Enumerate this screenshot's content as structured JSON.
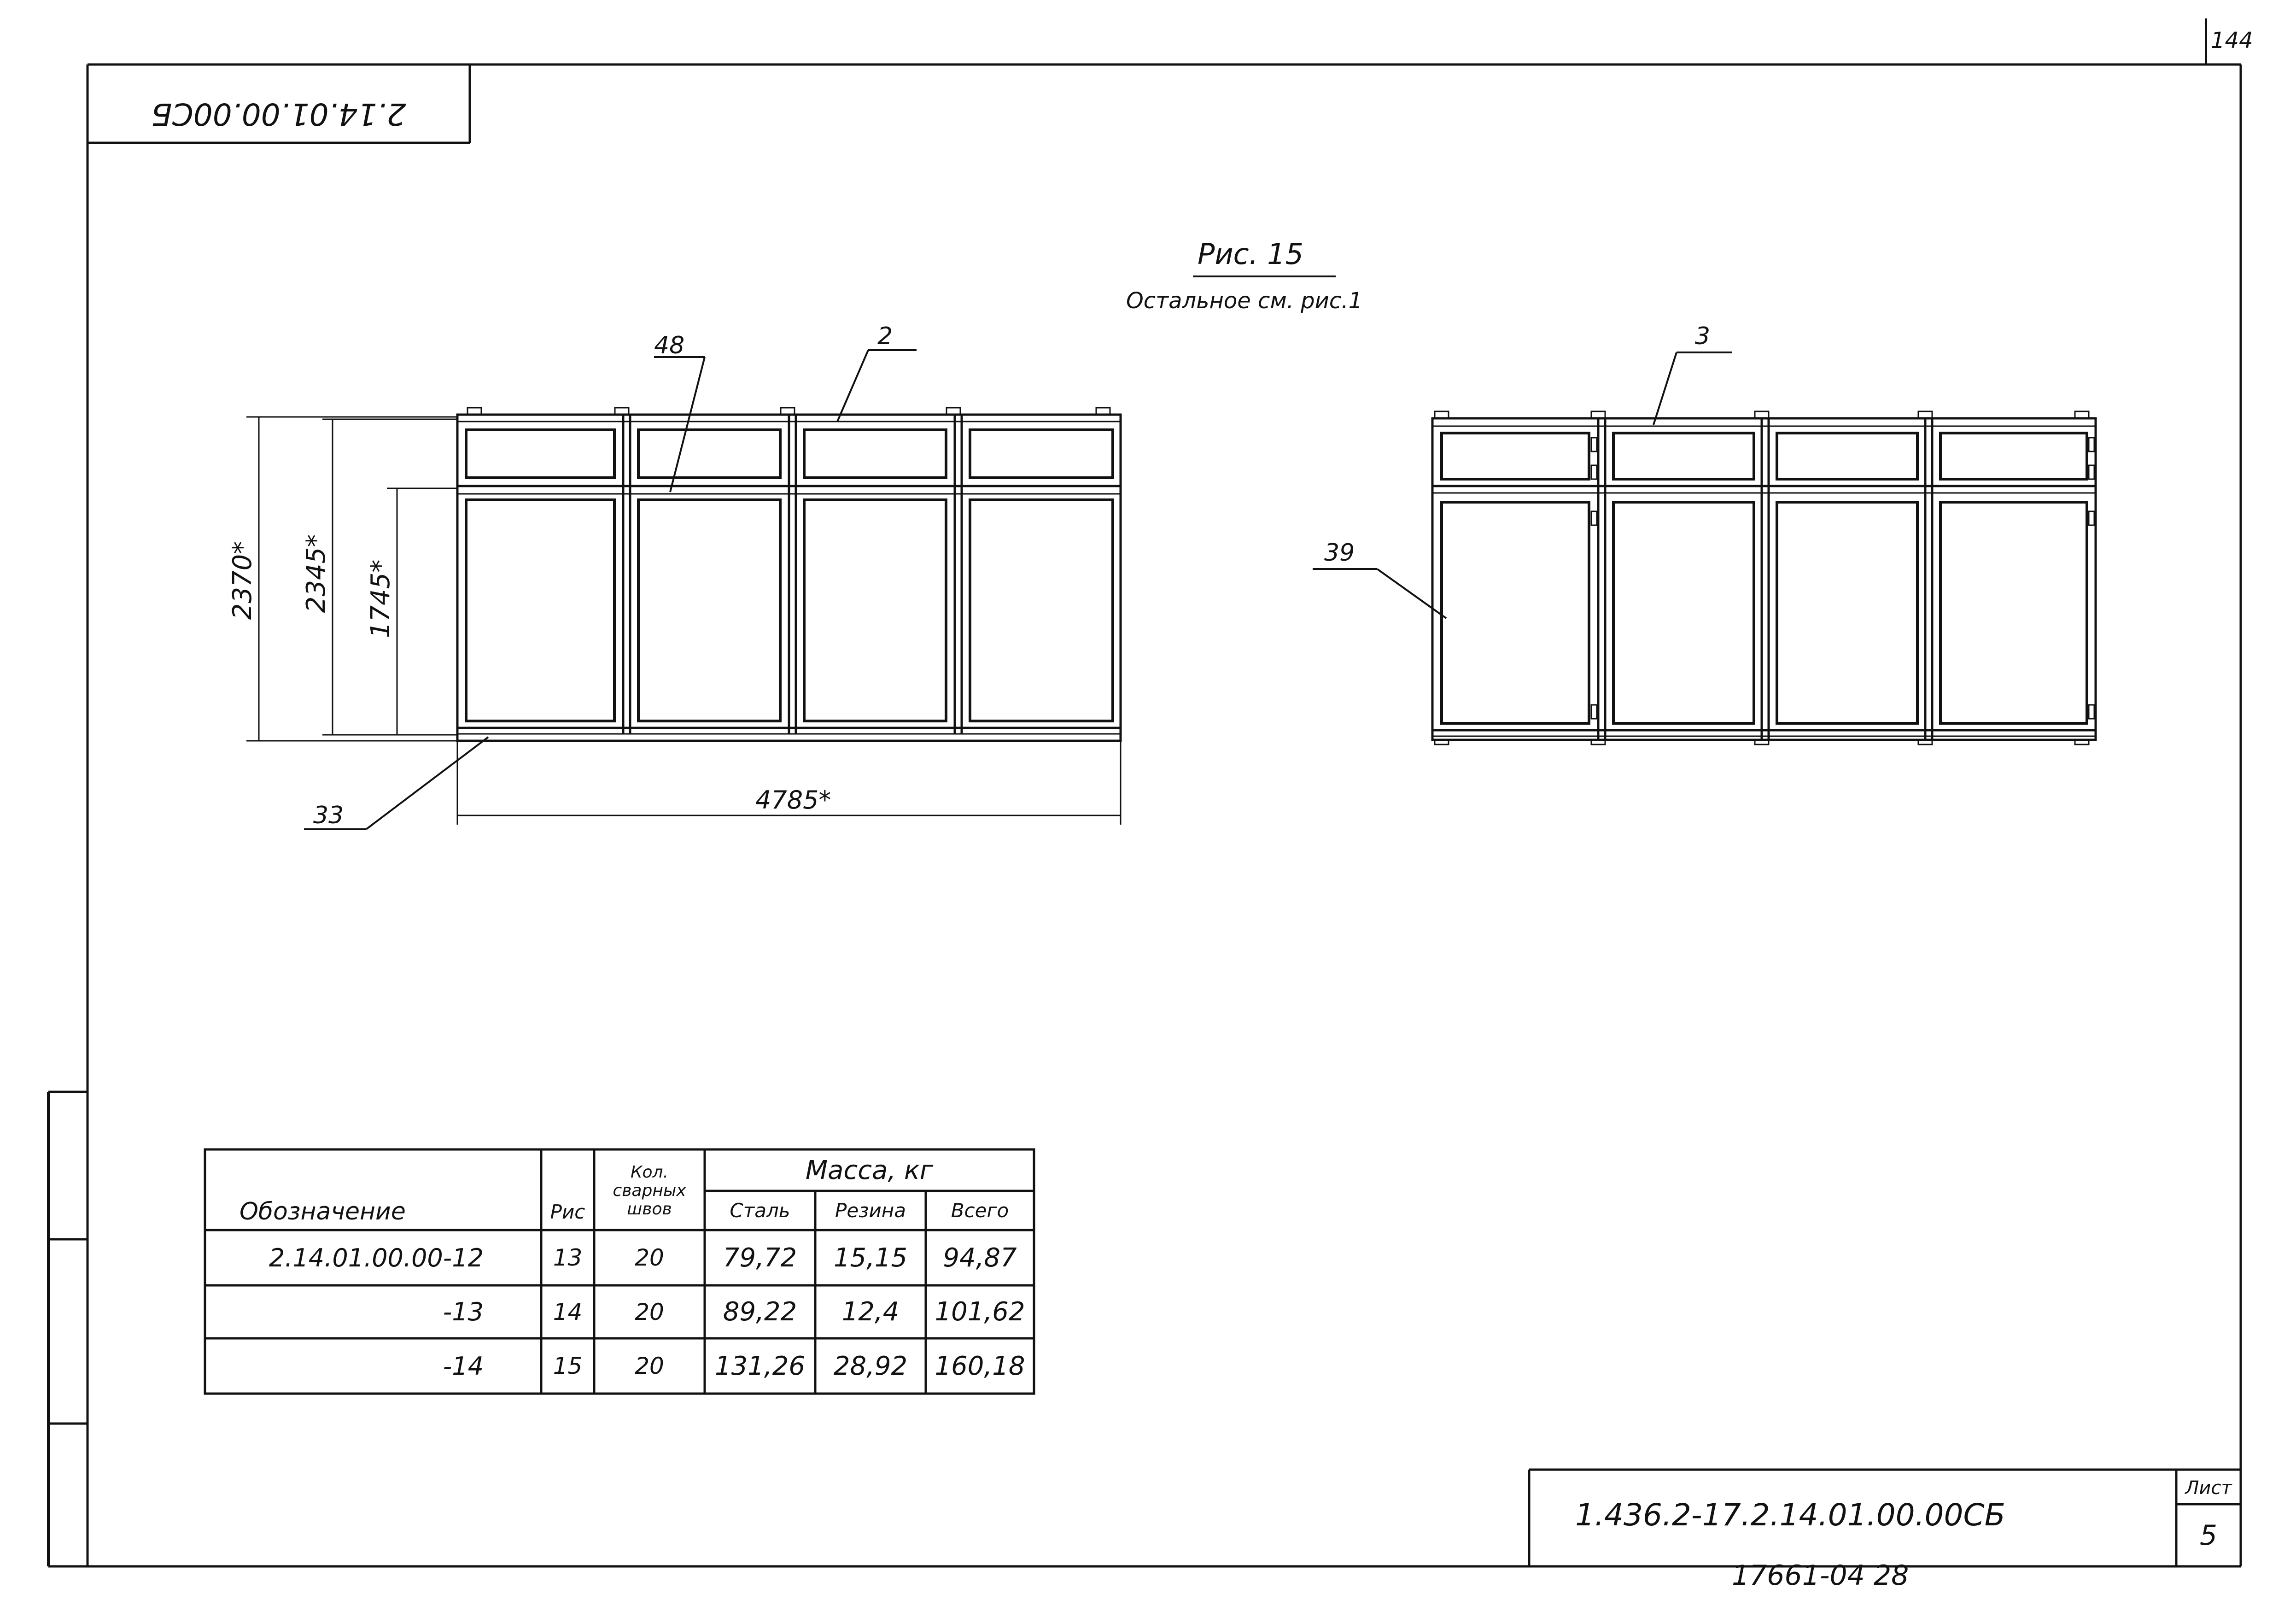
{
  "page_number": "144",
  "rotated_code": "2.14.01.00.00СБ",
  "figure": {
    "caption": "Рис. 15",
    "subcaption": "Остальное см. рис.1"
  },
  "callouts": {
    "c48": "48",
    "c2": "2",
    "c3": "3",
    "c39": "39",
    "c33": "33"
  },
  "dimensions": {
    "h1": "2370*",
    "h2": "2345*",
    "h3": "1745*",
    "width": "4785*"
  },
  "table": {
    "headers": {
      "designation": "Обозначение",
      "fig": "Рис",
      "welds": [
        "Кол.",
        "сварных",
        "швов"
      ],
      "mass": "Масса, кг",
      "steel": "Сталь",
      "rubber": "Резина",
      "total": "Всего"
    },
    "rows": [
      {
        "designation": "2.14.01.00.00-12",
        "fig": "13",
        "welds": "20",
        "steel": "79,72",
        "rubber": "15,15",
        "total": "94,87"
      },
      {
        "designation": "-13",
        "fig": "14",
        "welds": "20",
        "steel": "89,22",
        "rubber": "12,4",
        "total": "101,62"
      },
      {
        "designation": "-14",
        "fig": "15",
        "welds": "20",
        "steel": "131,26",
        "rubber": "28,92",
        "total": "160,18"
      }
    ]
  },
  "title_block": {
    "code": "1.436.2-17.2.14.01.00.00СБ",
    "sheet_label": "Лист",
    "sheet_number": "5"
  },
  "footer_code": "17661-04  28"
}
